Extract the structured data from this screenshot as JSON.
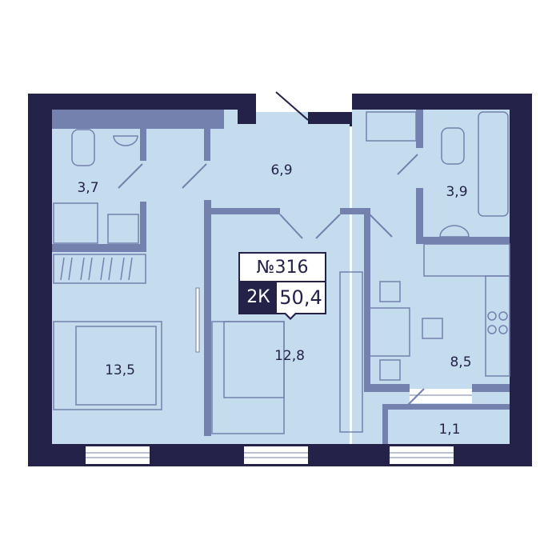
{
  "colors": {
    "outer_wall": "#25224a",
    "inner_wall": "#7480ae",
    "floor": "#c5dcee",
    "window": "#ffffff"
  },
  "apartment": {
    "number": "№316",
    "type": "2К",
    "total_area": "50,4"
  },
  "rooms": [
    {
      "id": "bathroom-left",
      "area": "3,7"
    },
    {
      "id": "hallway",
      "area": "6,9"
    },
    {
      "id": "bathroom-right",
      "area": "3,9"
    },
    {
      "id": "bedroom",
      "area": "13,5"
    },
    {
      "id": "living-room",
      "area": "12,8"
    },
    {
      "id": "kitchen",
      "area": "8,5"
    },
    {
      "id": "balcony",
      "area": "1,1"
    }
  ]
}
